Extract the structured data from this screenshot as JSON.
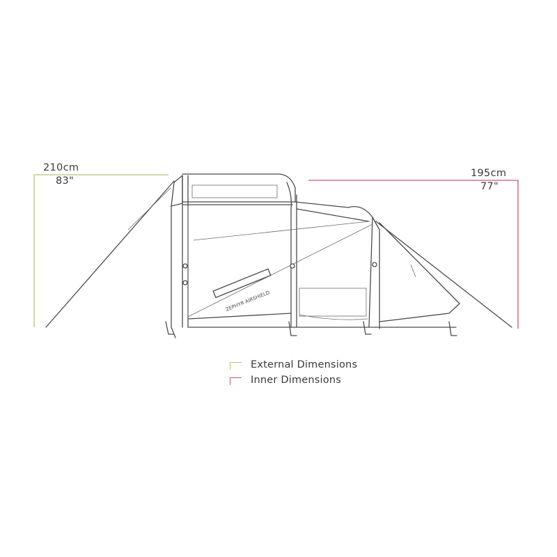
{
  "dimensions": {
    "external": {
      "metric": "210cm",
      "imperial": "83\""
    },
    "inner": {
      "metric": "195cm",
      "imperial": "77\""
    }
  },
  "legend": {
    "external_label": "External Dimensions",
    "inner_label": "Inner Dimensions"
  },
  "colors": {
    "external": "#b5c27a",
    "inner": "#c9576a",
    "outline": "#4a4a4a"
  }
}
